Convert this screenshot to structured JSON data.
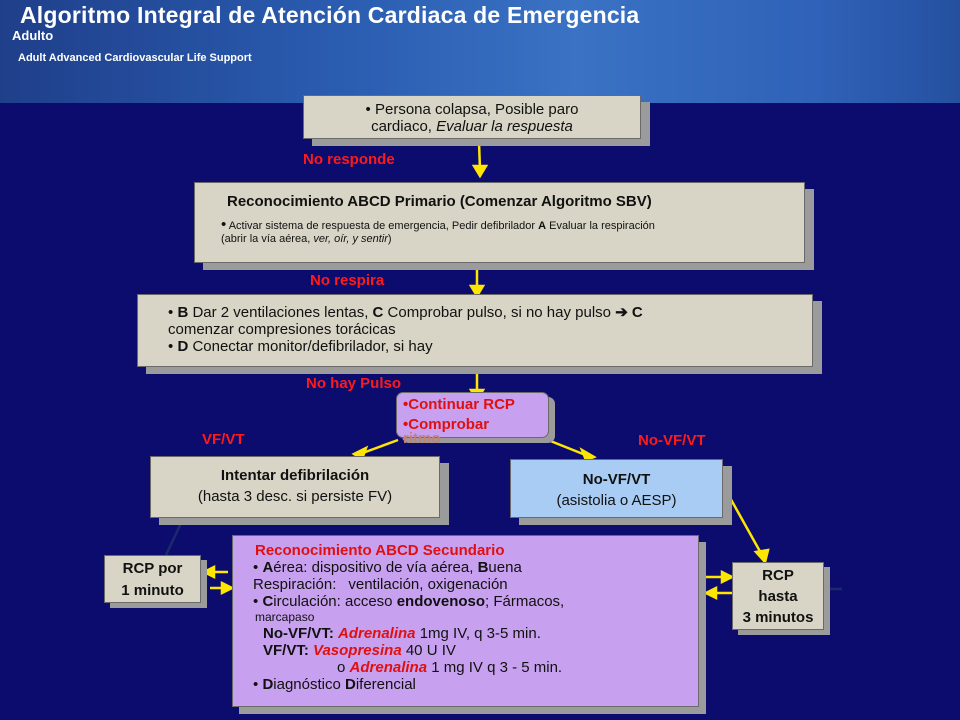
{
  "header": {
    "title": "Algoritmo Integral de Atención Cardiaca de Emergencia",
    "subtitle": "Adulto",
    "subtitle2": "Adult Advanced Cardiovascular Life Support"
  },
  "colors": {
    "background": "#0c0c6e",
    "box_gray": "#d8d5c6",
    "box_purple": "#c8a0f0",
    "box_blue": "#a8ccf4",
    "label_red": "#ff1a1a",
    "arrow_yellow": "#ffe600"
  },
  "nodes": {
    "colapso": {
      "bullet": "•",
      "text1": "Persona colapsa, Posible paro",
      "text2a": "cardiaco, ",
      "text2b": "Evaluar la respuesta"
    },
    "primario": {
      "title": "Reconocimiento ABCD Primario (Comenzar Algoritmo SBV)",
      "bullet": "•",
      "l1a": " Activar sistema de respuesta de emergencia, Pedir defibrilador ",
      "l1b": "A",
      "l1c": " Evaluar la respiración",
      "l2a": "(abrir la vía aérea, ",
      "l2b": "ver, oír, y sentir",
      "l2c": ")"
    },
    "ventilaciones": {
      "b1": "•",
      "l1a": "B",
      "l1b": " Dar 2 ventilaciones lentas, ",
      "l1c": "C",
      "l1d": " Comprobar pulso, si no hay pulso ",
      "l1e": "➔",
      "l1f": " C",
      "l2": "comenzar compresiones torácicas",
      "b2": "•",
      "l3a": "D",
      "l3b": " Conectar monitor/defibrilador, si hay"
    },
    "continuar": {
      "l1": "•Continuar RCP",
      "l2": "•Comprobar",
      "l3": "ritmo"
    },
    "desfibrilacion": {
      "l1": "Intentar defibrilación",
      "l2": "(hasta 3 desc. si persiste FV)"
    },
    "novfvt": {
      "l1": "No-VF/VT",
      "l2": "(asistolia o AESP)"
    },
    "rcp1": {
      "l1": "RCP por",
      "l2": "1 minuto"
    },
    "rcp3": {
      "l1": "RCP",
      "l2": "hasta",
      "l3": "3 minutos"
    },
    "secundario": {
      "title": "Reconocimiento ABCD Secundario",
      "b": "•",
      "a1": "A",
      "a2": "érea: dispositivo de vía aérea, ",
      "a3": "B",
      "a4": "uena",
      "r1": "Respiración:",
      "r2": "ventilación, oxigenación",
      "c1": "C",
      "c2": "irculación: acceso ",
      "c3": "endovenoso",
      "c4": "; Fármacos,",
      "m": "marcapaso",
      "n1": "No-VF/VT: ",
      "n2": "Adrenalina",
      "n3": " 1mg IV, q 3-5 min.",
      "v1": "VF/VT: ",
      "v2": "Vasopresina",
      "v3": " 40 U IV",
      "o1": "o ",
      "o2": "Adrenalina",
      "o3": " 1 mg IV q 3 - 5 min.",
      "d1": "D",
      "d2": "iagnóstico ",
      "d3": "D",
      "d4": "iferencial"
    }
  },
  "labels": {
    "no_responde": "No responde",
    "no_respira": "No respira",
    "no_hay_pulso": "No hay Pulso",
    "vf_vt": "VF/VT",
    "no_vf_vt": "No-VF/VT"
  }
}
